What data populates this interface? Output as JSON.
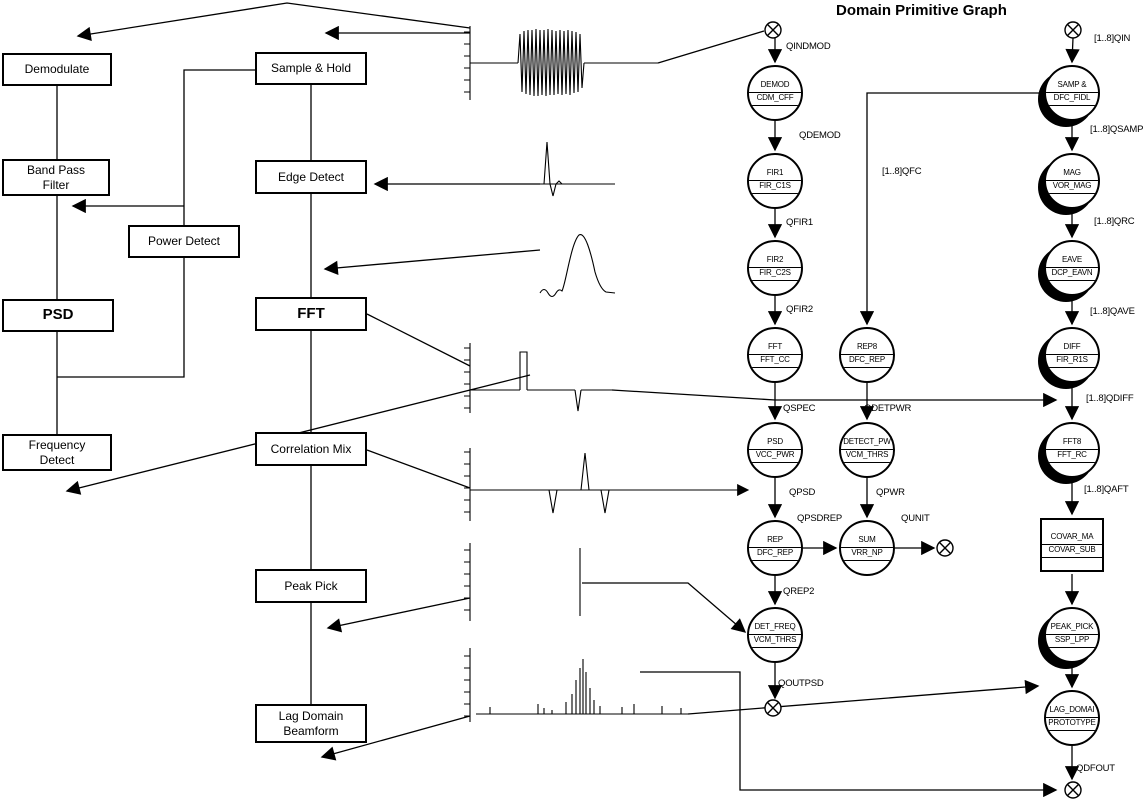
{
  "title": "Domain Primitive Graph",
  "colors": {
    "ink": "#000000",
    "background": "#ffffff"
  },
  "icons": {
    "io_terminal": "circle-with-x"
  },
  "flowchart": {
    "demodulate": "Demodulate",
    "band_pass_filter": "Band Pass Filter",
    "psd": "PSD",
    "frequency_detect": "Frequency Detect",
    "sample_hold": "Sample & Hold",
    "edge_detect": "Edge Detect",
    "power_detect": "Power Detect",
    "fft": "FFT",
    "correlation_mix": "Correlation Mix",
    "peak_pick": "Peak Pick",
    "lag_domain_beamform": "Lag Domain Beamform"
  },
  "graph": {
    "nodes": {
      "demod": {
        "top": "DEMOD",
        "bottom": "CDM_CFF"
      },
      "fir1": {
        "top": "FIR1",
        "bottom": "FIR_C1S"
      },
      "fir2": {
        "top": "FIR2",
        "bottom": "FIR_C2S"
      },
      "fft_cc": {
        "top": "FFT",
        "bottom": "FFT_CC"
      },
      "psd_vcc": {
        "top": "PSD",
        "bottom": "VCC_PWR"
      },
      "rep": {
        "top": "REP",
        "bottom": "DFC_REP"
      },
      "det_freq": {
        "top": "DET_FREQ",
        "bottom": "VCM_THRS"
      },
      "rep8": {
        "top": "REP8",
        "bottom": "DFC_REP"
      },
      "detect_pw": {
        "top": "DETECT_PW",
        "bottom": "VCM_THRS"
      },
      "sum": {
        "top": "SUM",
        "bottom": "VRR_NP"
      },
      "samp": {
        "top": "SAMP &",
        "bottom": "DFC_FIDL"
      },
      "mag": {
        "top": "MAG",
        "bottom": "VOR_MAG"
      },
      "eave": {
        "top": "EAVE",
        "bottom": "DCP_EAVN"
      },
      "diff": {
        "top": "DIFF",
        "bottom": "FIR_R1S"
      },
      "fft8": {
        "top": "FFT8",
        "bottom": "FFT_RC"
      },
      "covar": {
        "top": "COVAR_MA",
        "bottom": "COVAR_SUB"
      },
      "peak_pick": {
        "top": "PEAK_PICK",
        "bottom": "SSP_LPP"
      },
      "lag_domain": {
        "top": "LAG_DOMAI",
        "bottom": "PROTOTYPE"
      }
    },
    "edge_labels": {
      "qindmod": "QINDMOD",
      "qin": "[1..8]QIN",
      "qdemod": "QDEMOD",
      "qsamp": "[1..8]QSAMP",
      "qfir1": "QFIR1",
      "qfc": "[1..8]QFC",
      "qrc": "[1..8]QRC",
      "qfir2": "QFIR2",
      "qave": "[1..8]QAVE",
      "qspec": "QSPEC",
      "qdetpwr": "QDETPWR",
      "qdiff": "[1..8]QDIFF",
      "qpsd": "QPSD",
      "qpwr": "QPWR",
      "qaft": "[1..8]QAFT",
      "qpsdrep": "QPSDREP",
      "qunit": "QUNIT",
      "qrep2": "QREP2",
      "qoutpsd": "QOUTPSD",
      "qdfout": "QDFOUT"
    }
  }
}
